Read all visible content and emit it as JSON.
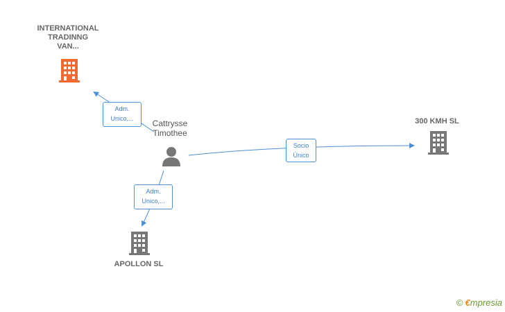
{
  "nodes": {
    "international": {
      "label_lines": [
        "INTERNATIONAL",
        "TRADINNG",
        "VAN..."
      ],
      "icon": "building-icon",
      "color": "#f26a2f"
    },
    "person": {
      "label_lines": [
        "Cattrysse",
        "Timothee"
      ],
      "icon": "person-icon",
      "color": "#777777"
    },
    "kmh": {
      "label": "300 KMH  SL",
      "icon": "building-icon",
      "color": "#777777"
    },
    "apollon": {
      "label": "APOLLON  SL",
      "icon": "building-icon",
      "color": "#777777"
    }
  },
  "edges": {
    "to_international": {
      "label_lines": [
        "Adm.",
        "Unico,..."
      ]
    },
    "to_kmh": {
      "label_lines": [
        "Socio",
        "Único"
      ]
    },
    "to_apollon": {
      "label_lines": [
        "Adm.",
        "Unico,..."
      ]
    }
  },
  "colors": {
    "edge": "#4a8fd8"
  },
  "footer": {
    "copyright": "©",
    "brand_initial": "€",
    "brand_rest": "mpresia"
  }
}
